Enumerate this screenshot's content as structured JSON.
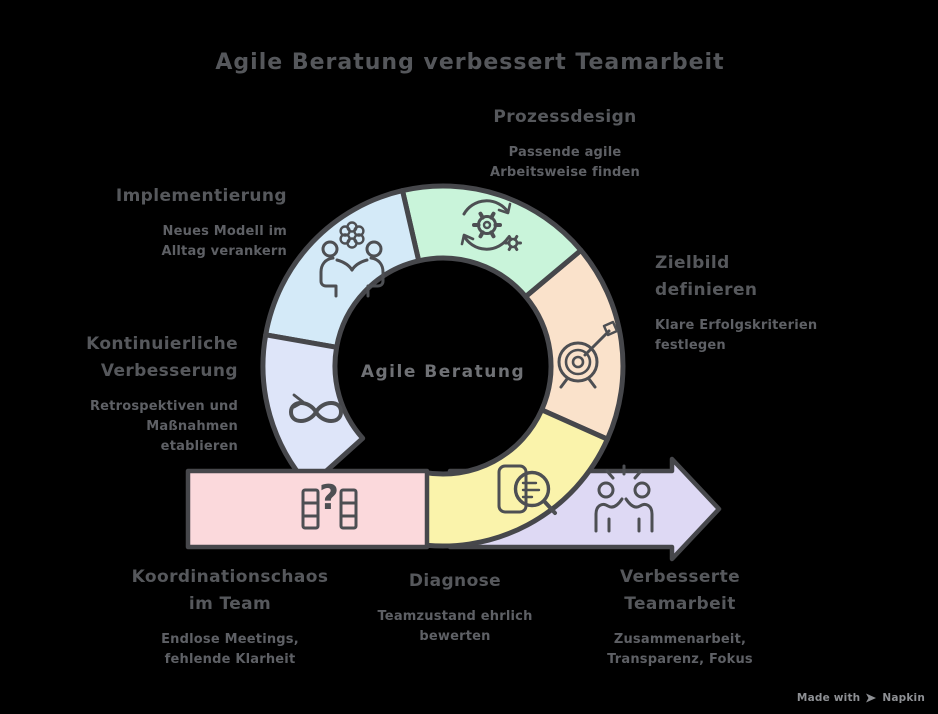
{
  "title": "Agile Beratung verbessert Teamarbeit",
  "center": {
    "label": "Agile Beratung"
  },
  "colors": {
    "background": "#000000",
    "outline": "#46474b",
    "icon": "#4d4f53",
    "title_text": "#55575b",
    "heading_text": "#56585c",
    "body_text": "#5e6065",
    "center_text": "#6f7175",
    "footer_text": "#8e9094"
  },
  "steps": {
    "koordinationschaos": {
      "heading": "Koordinationschaos\nim Team",
      "body": "Endlose Meetings,\nfehlende Klarheit",
      "color": "#fbd9dc",
      "icon": "kanban-question-icon"
    },
    "diagnose": {
      "heading": "Diagnose",
      "body": "Teamzustand ehrlich\nbewerten",
      "color": "#faf3ab",
      "icon": "magnifier-report-icon"
    },
    "zielbild": {
      "heading": "Zielbild\ndefinieren",
      "body": "Klare Erfolgskriterien\nfestlegen",
      "color": "#fae2cb",
      "icon": "target-dart-icon"
    },
    "prozessdesign": {
      "heading": "Prozessdesign",
      "body": "Passende agile\nArbeitsweise finden",
      "color": "#c9f4da",
      "icon": "process-cycle-icon"
    },
    "implementierung": {
      "heading": "Implementierung",
      "body": "Neues Modell im\nAlltag verankern",
      "color": "#d4eaf8",
      "icon": "meeting-gear-icon"
    },
    "kontinuierliche": {
      "heading": "Kontinuierliche\nVerbesserung",
      "body": "Retrospektiven und\nMaßnahmen\netablieren",
      "color": "#dee5f9",
      "icon": "infinity-loop-icon"
    },
    "verbesserte": {
      "heading": "Verbesserte\nTeamarbeit",
      "body": "Zusammenarbeit,\nTransparenz, Fokus",
      "color": "#ded9f4",
      "icon": "high-five-icon"
    }
  },
  "footer": {
    "made_with": "Made with",
    "brand": "Napkin"
  }
}
